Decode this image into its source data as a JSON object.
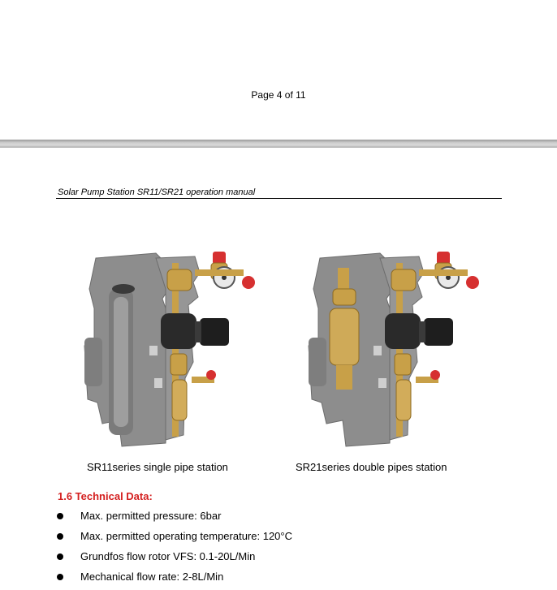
{
  "page_number": "Page 4 of 11",
  "header": {
    "title": "Solar Pump Station SR11/SR21 operation manual"
  },
  "figures": [
    {
      "caption": "SR11series single pipe station"
    },
    {
      "caption": "SR21series double pipes station"
    }
  ],
  "section": {
    "title": "1.6 Technical Data:"
  },
  "specs": [
    "Max. permitted pressure: 6bar",
    "Max. permitted operating temperature: 120°C",
    "Grundfos flow rotor VFS: 0.1-20L/Min",
    "Mechanical flow rate: 2-8L/Min"
  ],
  "colors": {
    "section_title": "#d42020",
    "insulation": "#8d8d8d",
    "brass": "#c8a048",
    "pump": "#2a2a2a",
    "valve_cap": "#d63030"
  }
}
